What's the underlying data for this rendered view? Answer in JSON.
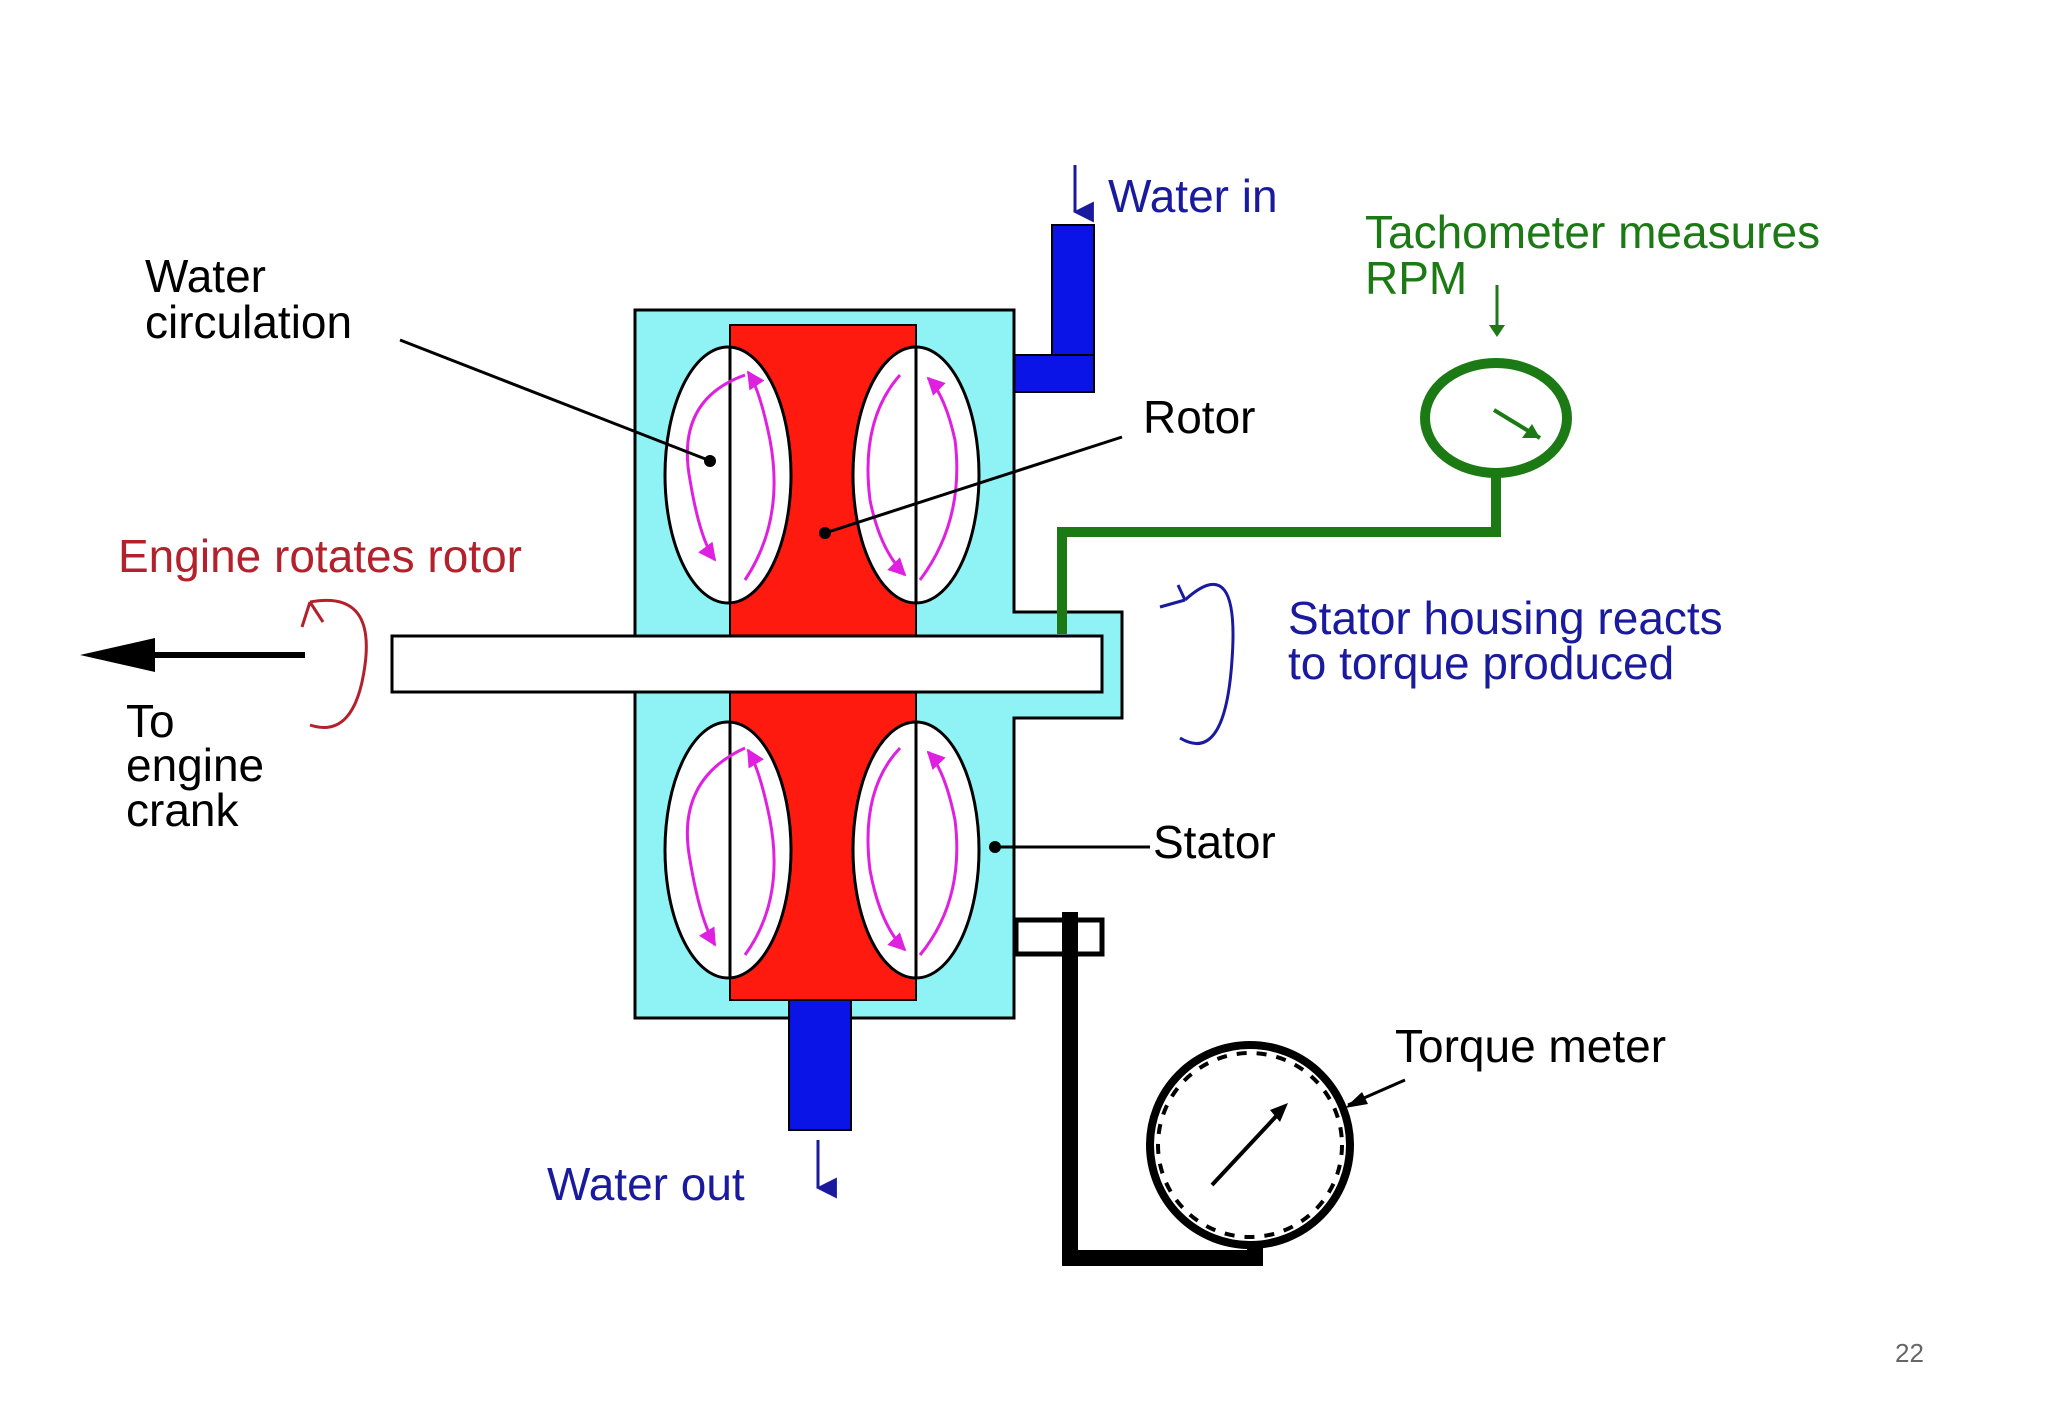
{
  "labels": {
    "water_in": "Water in",
    "water_circulation_line1": "Water",
    "water_circulation_line2": "circulation",
    "tachometer_line1": "Tachometer measures",
    "tachometer_line2": "RPM",
    "rotor": "Rotor",
    "engine_rotates_rotor": "Engine rotates rotor",
    "to_engine_line1": "To",
    "to_engine_line2": "engine",
    "to_engine_line3": "crank",
    "stator_reacts_line1": "Stator housing reacts",
    "stator_reacts_line2": "to torque produced",
    "stator": "Stator",
    "torque_meter": "Torque meter",
    "water_out": "Water out"
  },
  "page_number": "22",
  "colors": {
    "housing": "#8ff3f5",
    "rotor": "#ff1a10",
    "water_pipe": "#0a14e6",
    "tachometer": "#1c7a14",
    "circulation_arrows": "#e020e0",
    "engine_text": "#b3212c",
    "blue_text": "#1a1a9e",
    "green_text": "#1c7a14"
  }
}
